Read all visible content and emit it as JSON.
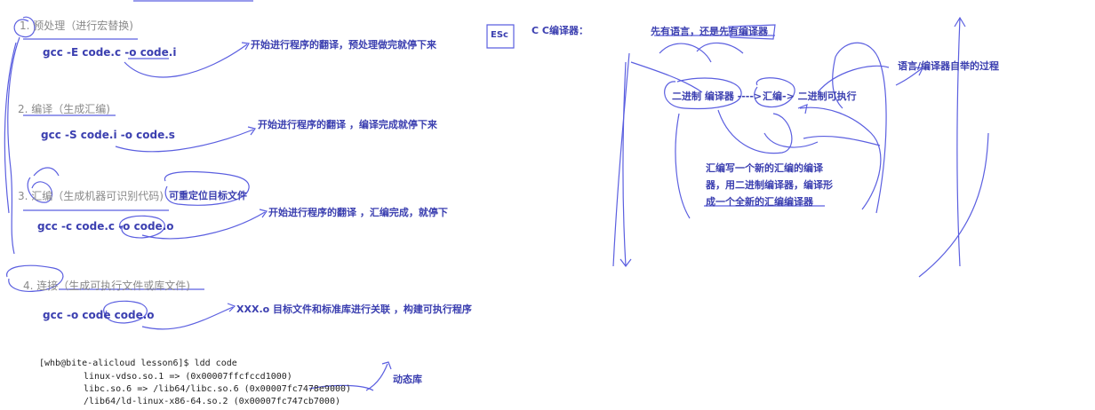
{
  "left": {
    "step1": "1. 预处理（进行宏替换)",
    "cmd1": "gcc -E code.c -o code.i",
    "note1": "开始进行程序的翻译，预处理做完就停下来",
    "step2": "2. 编译（生成汇编)",
    "cmd2": "gcc -S code.i -o code.s",
    "note2": "开始进行程序的翻译 ，编译完成就停下来",
    "step3": "3. 汇编（生成机器可识别代码)",
    "tag3": "可重定位目标文件",
    "cmd3": "gcc -c code.c -o code.o",
    "note3": "开始进行程序的翻译 ，汇编完成，就停下",
    "step4": "4. 连接（生成可执行文件或库文件)",
    "cmd4": "gcc -o code code.o",
    "note4": "XXX.o 目标文件和标准库进行关联 ，构建可执行程序"
  },
  "terminal": {
    "line1": "[whb@bite-alicloud lesson6]$ ldd code",
    "line2": "linux-vdso.so.1 =>  (0x00007ffcfccd1000)",
    "line3": "libc.so.6 => /lib64/libc.so.6 (0x00007fc7478e9000)",
    "line4": "/lib64/ld-linux-x86-64.so.2 (0x00007fc747cb7000)",
    "annotation": "动态库"
  },
  "right": {
    "esc": "ESc",
    "title": "C C编译器：",
    "question": "先有语言，还是先有编译器",
    "flow_left": "二进制 编译器 ---->",
    "flow_right": "汇编-> 二进制可执行",
    "bootstrap": "语言/编译器自举的过程",
    "expl1": "汇编写一个新的汇编的编译",
    "expl2": "器，用二进制编译器，编译形",
    "expl3": "成一个全新的汇编编译器"
  },
  "colors": {
    "ink": "#5b5fe0",
    "text": "#3b3fb0",
    "gray": "#8a8a8a"
  }
}
